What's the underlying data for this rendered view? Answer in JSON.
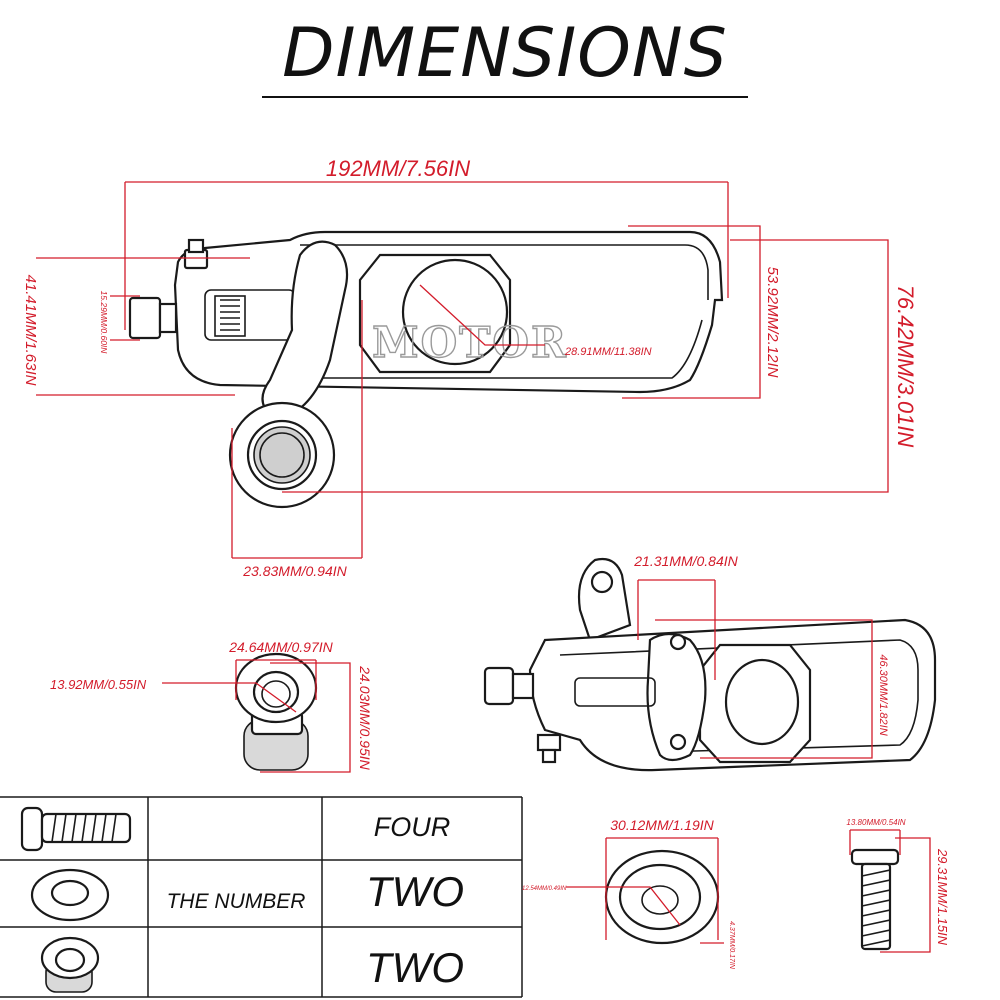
{
  "title": "DIMENSIONS",
  "watermark": "MOTOR",
  "main_adjuster": {
    "dims": {
      "overall_length": "192MM/7.56IN",
      "height_left": "41.41MM/1.63IN",
      "nut_height": "15.29MM/0.60IN",
      "hole_diameter": "28.91MM/11.38IN",
      "body_height": "53.92MM/2.12IN",
      "total_height": "76.42MM/3.01IN",
      "spool_width": "23.83MM/0.94IN"
    }
  },
  "side_view": {
    "dims": {
      "plate_width": "21.31MM/0.84IN",
      "plate_height": "46.30MM/1.82IN"
    }
  },
  "spool": {
    "dims": {
      "outer_diameter": "24.64MM/0.97IN",
      "inner_diameter": "13.92MM/0.55IN",
      "height": "24.03MM/0.95IN"
    }
  },
  "washer": {
    "dims": {
      "outer_diameter": "30.12MM/1.19IN",
      "inner_diameter": "12.54MM/0.49IN",
      "thickness": "4.37MM/0.17IN"
    }
  },
  "bolt": {
    "dims": {
      "head_width": "13.80MM/0.54IN",
      "length": "29.31MM/1.15IN"
    }
  },
  "parts_table": {
    "label": "THE NUMBER",
    "rows": [
      {
        "item": "bolt",
        "quantity": "FOUR"
      },
      {
        "item": "washer",
        "quantity": "TWO"
      },
      {
        "item": "spool",
        "quantity": "TWO"
      }
    ]
  },
  "colors": {
    "dimension_lines": "#d31c2b",
    "outline": "#1a1a1a"
  }
}
